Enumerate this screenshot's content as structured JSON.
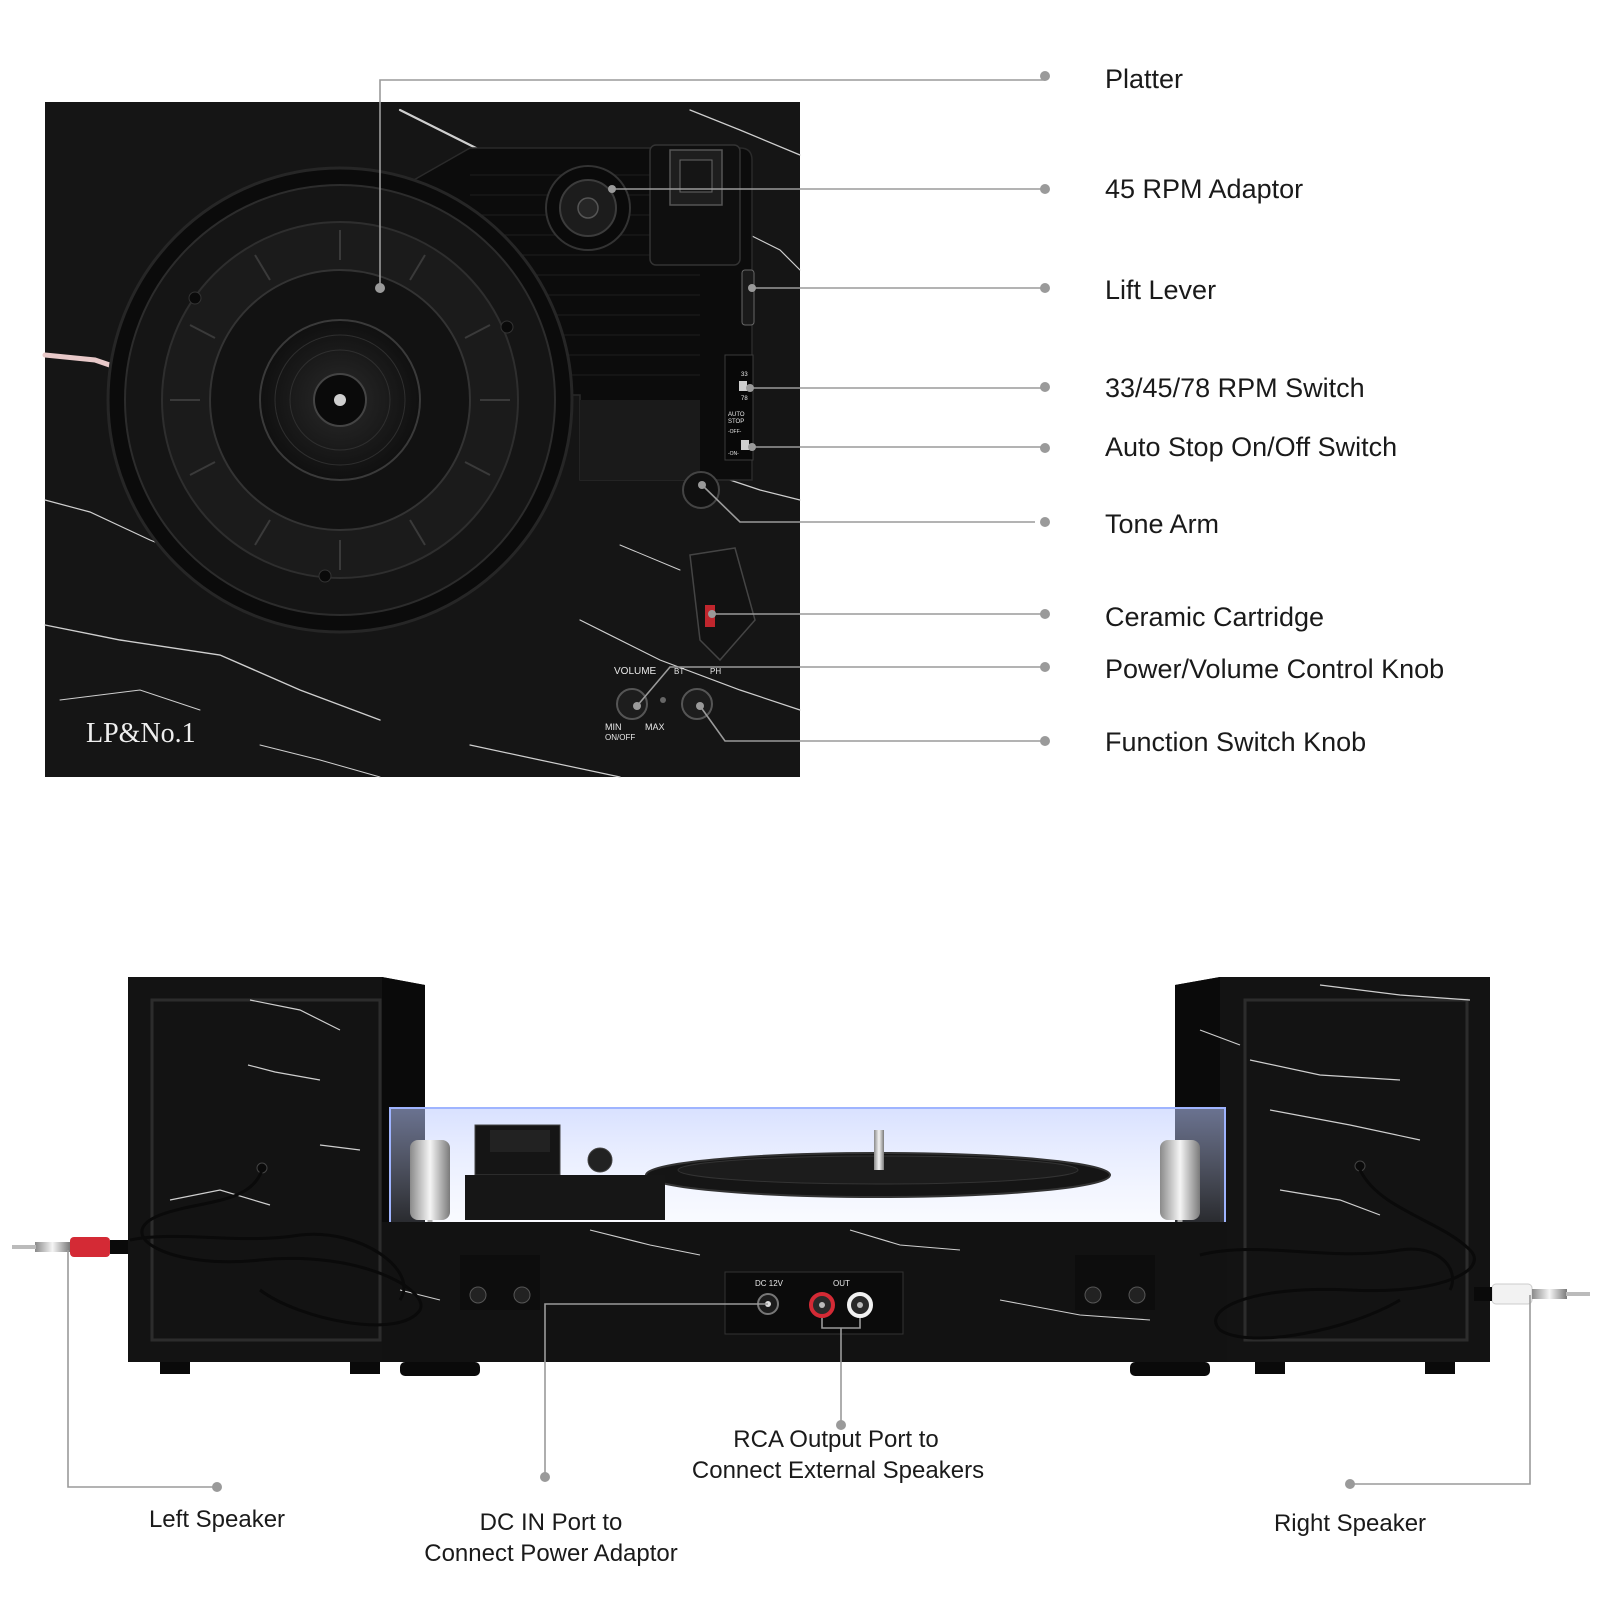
{
  "brand": {
    "logo_text": "LP&No.1"
  },
  "panel_labels": {
    "volume": "VOLUME",
    "bt": "BT",
    "ph": "PH",
    "min": "MIN",
    "on_off": "ON/OFF",
    "max": "MAX",
    "speed_33": "33",
    "speed_78": "78",
    "auto_stop_1": "AUTO",
    "auto_stop_2": "STOP",
    "off": "-OFF-",
    "on": "-ON-",
    "dc_12v": "DC 12V",
    "out": "OUT"
  },
  "top_callouts": [
    {
      "id": "platter",
      "label": "Platter"
    },
    {
      "id": "adaptor",
      "label": "45 RPM Adaptor"
    },
    {
      "id": "lift-lever",
      "label": "Lift Lever"
    },
    {
      "id": "rpm-switch",
      "label": "33/45/78 RPM Switch"
    },
    {
      "id": "auto-stop",
      "label": "Auto Stop On/Off Switch"
    },
    {
      "id": "tone-arm",
      "label": "Tone Arm"
    },
    {
      "id": "cartridge",
      "label": "Ceramic Cartridge"
    },
    {
      "id": "volume-knob",
      "label": "Power/Volume Control Knob"
    },
    {
      "id": "function-knob",
      "label": "Function Switch Knob"
    }
  ],
  "bottom_callouts": [
    {
      "id": "left-speaker",
      "lines": [
        "Left Speaker"
      ]
    },
    {
      "id": "dc-in",
      "lines": [
        "DC IN Port to",
        "Connect Power Adaptor"
      ]
    },
    {
      "id": "rca-out",
      "lines": [
        "RCA Output Port to",
        "Connect External Speakers"
      ]
    },
    {
      "id": "right-speaker",
      "lines": [
        "Right Speaker"
      ]
    }
  ],
  "colors": {
    "marble": "#141414",
    "vein": "#cfcfcf",
    "leader": "#9a9a9a",
    "rca_red": "#d42a35",
    "rca_white": "#f2f2f2"
  }
}
